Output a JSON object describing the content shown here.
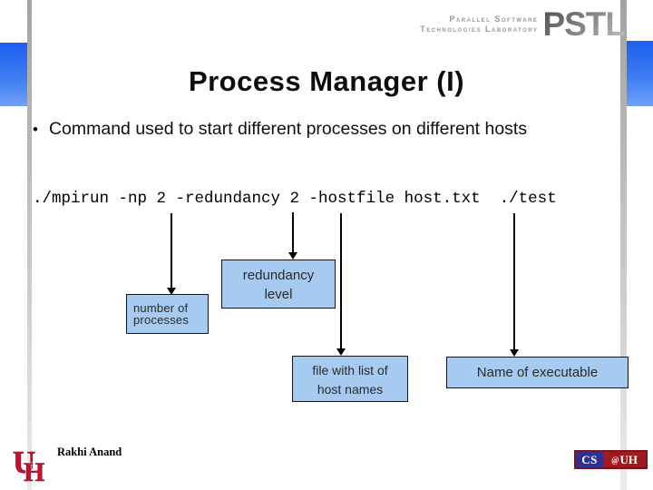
{
  "pstl": {
    "line1": "Parallel Software",
    "line2": "Technologies Laboratory",
    "acronym": "PSTL"
  },
  "slide": {
    "title": "Process Manager (I)",
    "bullet_marker": "•",
    "bullet": "Command used to start different processes on different hosts",
    "command": "./mpirun -np 2 -redundancy 2 -hostfile host.txt  ./test"
  },
  "boxes": {
    "processes": {
      "line1": "number of",
      "line2": "processes"
    },
    "redundancy": {
      "line1": "redundancy",
      "line2": "level"
    },
    "hostfile": {
      "line1": "file with list of",
      "line2": "host names"
    },
    "executable": {
      "line1": "Name of executable"
    }
  },
  "footer": {
    "author": "Rakhi Anand",
    "uh_u": "U",
    "uh_h": "H",
    "csuh": {
      "cs": "CS",
      "at": "@",
      "uh": "UH"
    }
  },
  "colors": {
    "box_fill": "#a6caf0",
    "accent_blue_top": "#1d5ff0",
    "accent_blue_bottom": "#6fa0f5",
    "uh_red": "#c8102e",
    "csuh_blue": "#2e3192",
    "csuh_red": "#9f1a1c",
    "pstl_gray": "#8a8a8a",
    "pstl_caption_green": "#8d9e92"
  }
}
